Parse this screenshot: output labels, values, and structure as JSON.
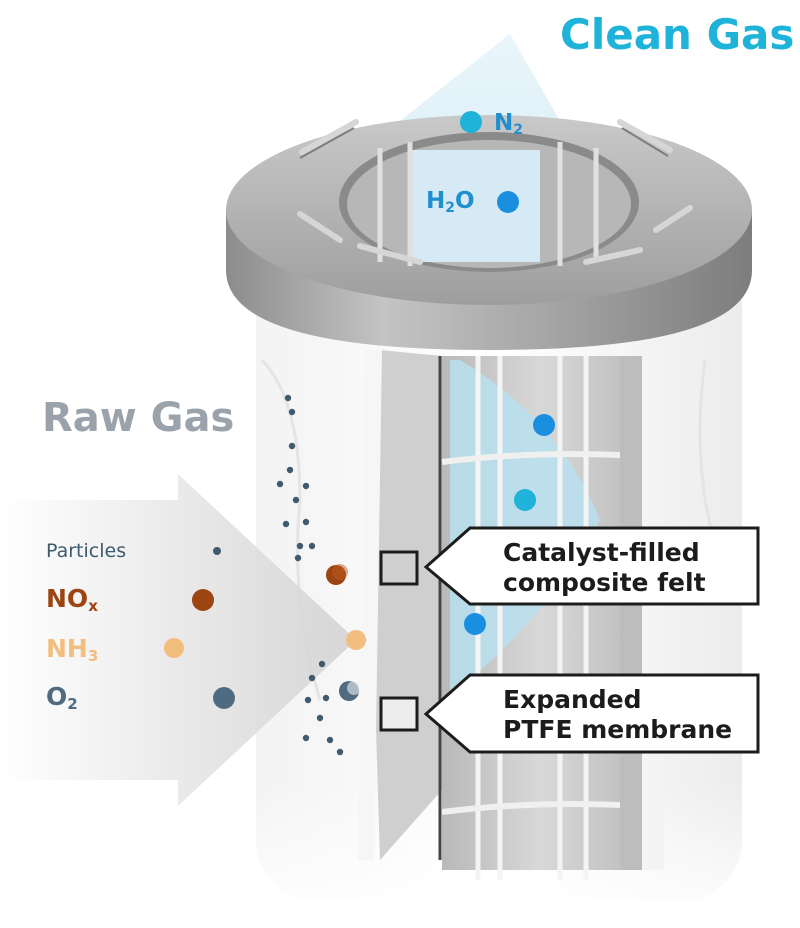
{
  "title_clean": "Clean Gas",
  "title_raw": "Raw Gas",
  "molecules": {
    "n2": {
      "base": "N",
      "sub": "2"
    },
    "h2o": {
      "pre": "H",
      "sub": "2",
      "post": "O"
    }
  },
  "legend": {
    "particles": "Particles",
    "nox": {
      "base": "NO",
      "sub": "x"
    },
    "nh3": {
      "base": "NH",
      "sub": "3"
    },
    "o2": {
      "base": "O",
      "sub": "2"
    }
  },
  "callouts": {
    "felt": {
      "line1": "Catalyst-filled",
      "line2": "composite felt"
    },
    "ptfe": {
      "line1": "Expanded",
      "line2": "PTFE membrane"
    }
  },
  "colors": {
    "clean_blue": "#1fb3d9",
    "raw_gray": "#9aa3ab",
    "particles": "#3f5a6c",
    "nox": "#9c4412",
    "nh3": "#f2be7d",
    "o2": "#4e6b82",
    "clean_dot": "#1a8fe0"
  }
}
